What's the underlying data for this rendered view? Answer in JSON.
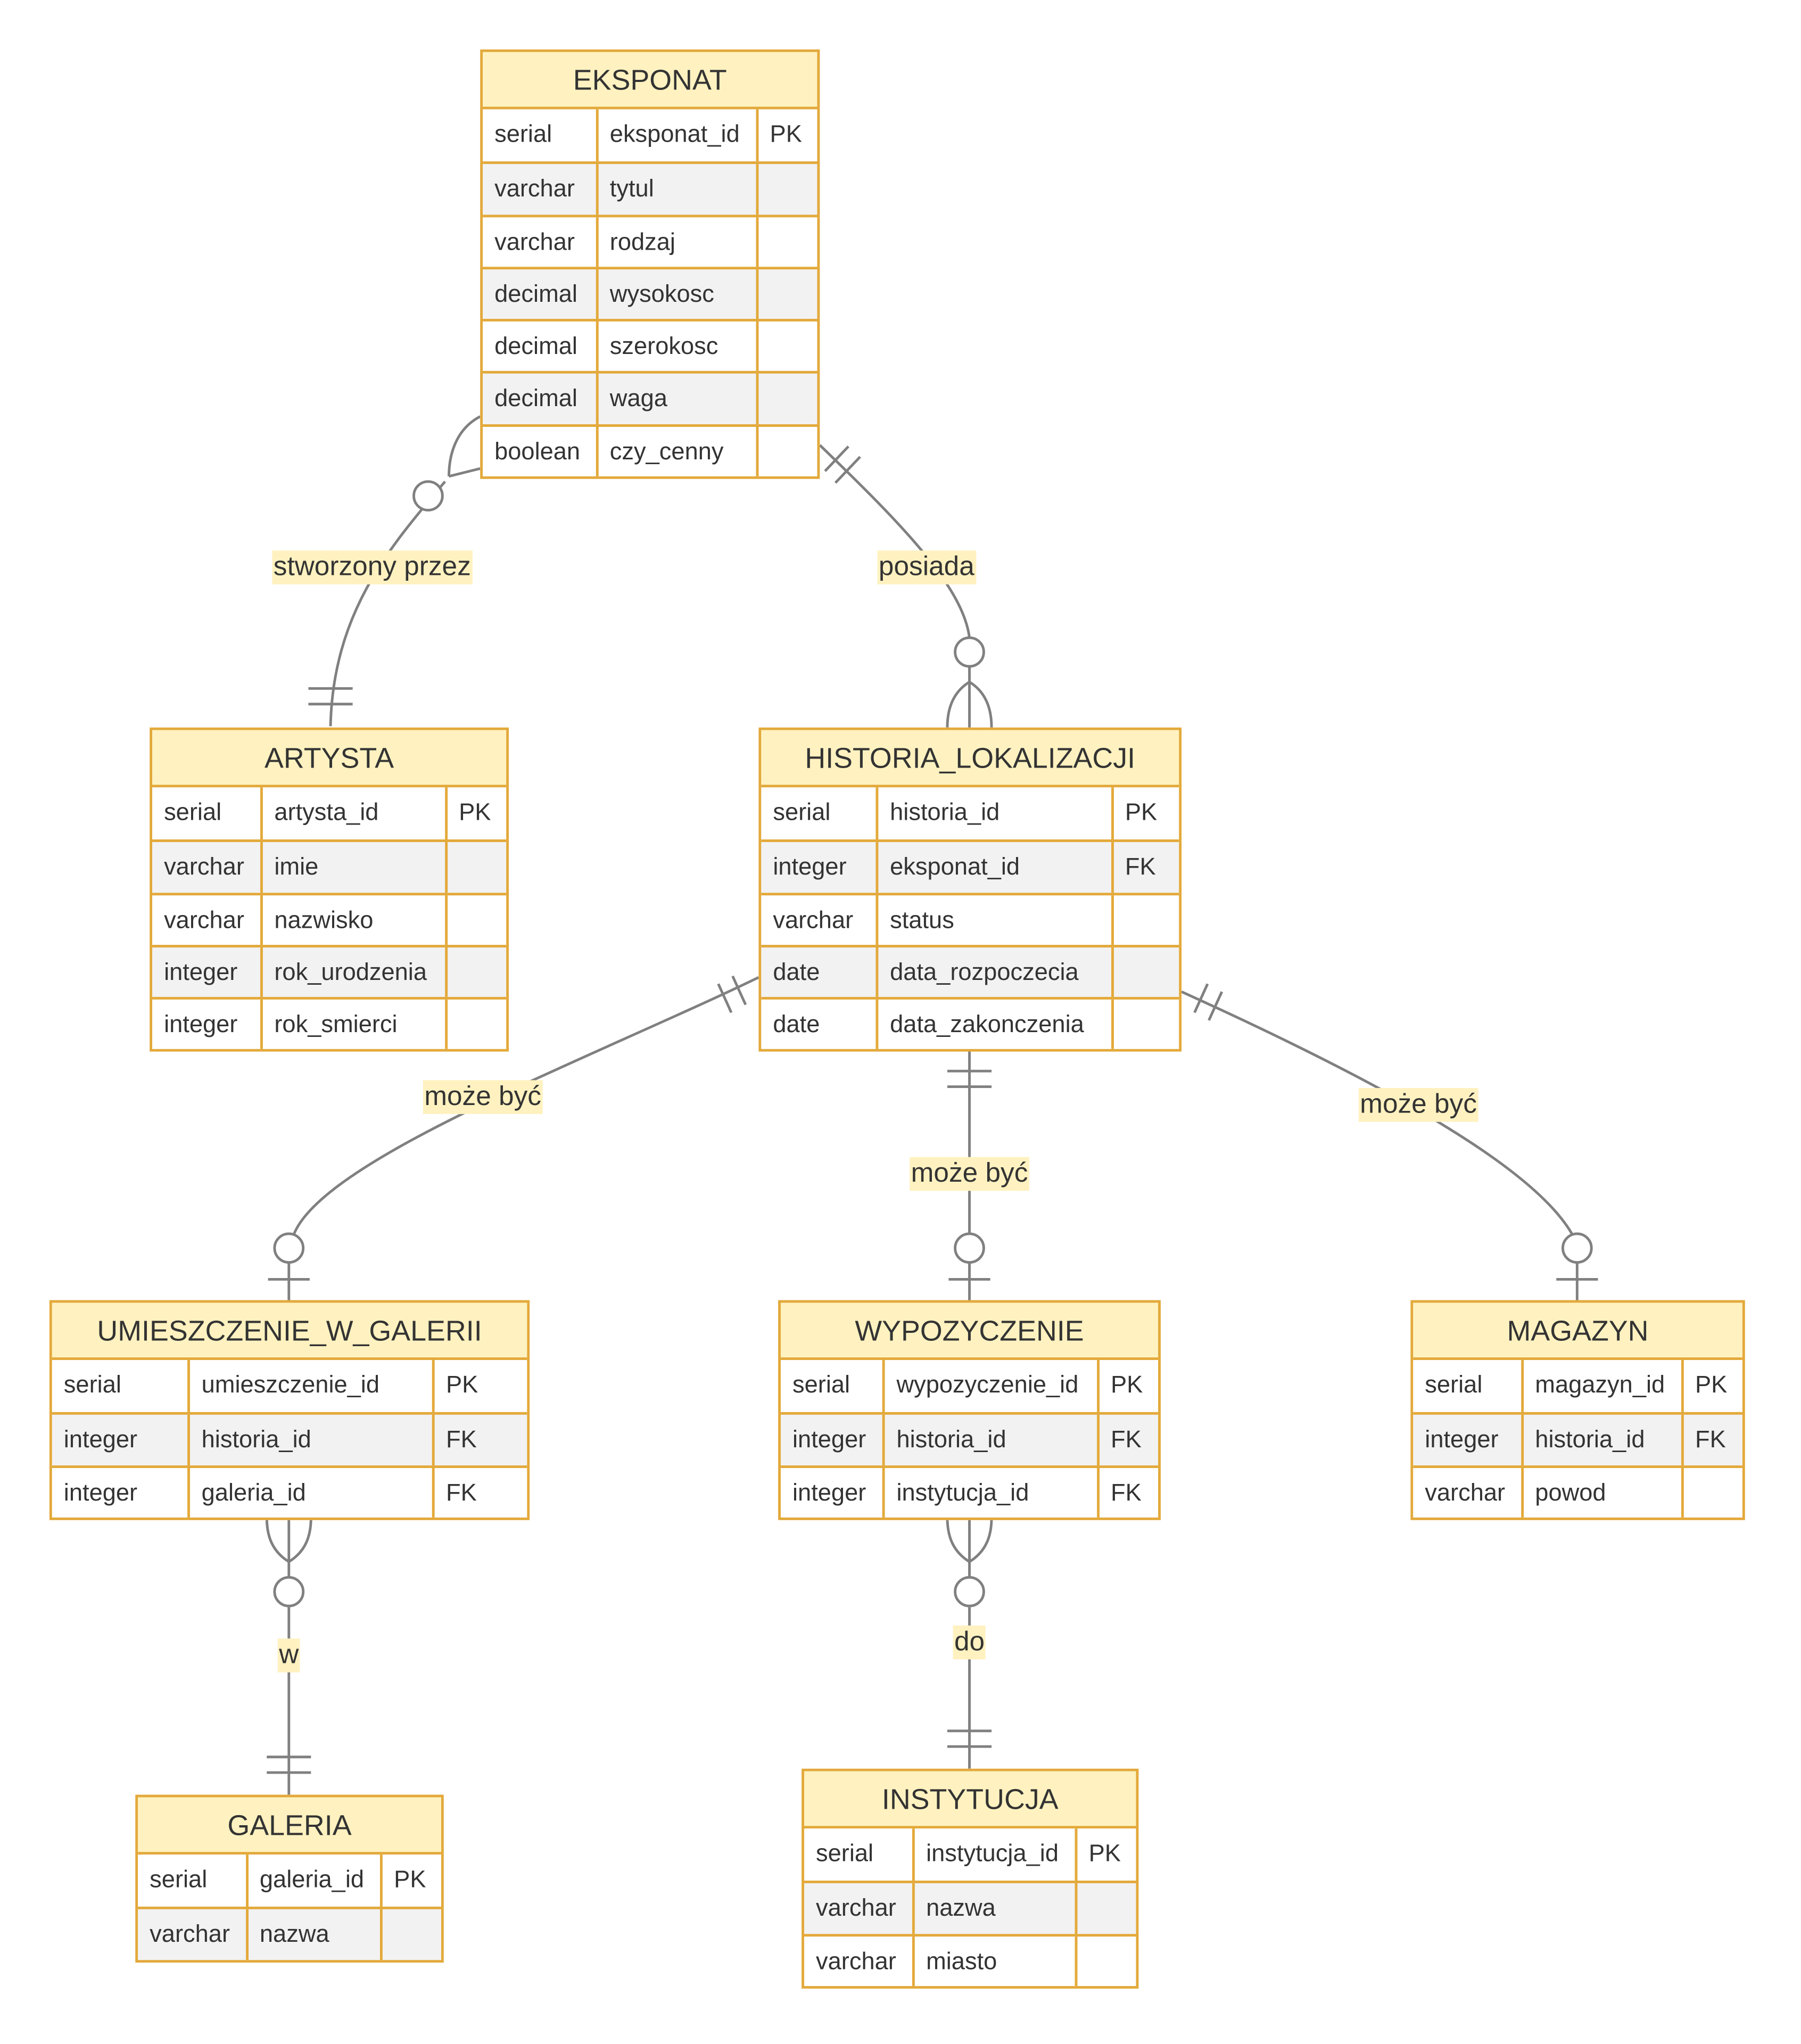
{
  "entities": [
    {
      "id": "eksponat",
      "name": "EKSPONAT",
      "attributes": [
        {
          "type": "serial",
          "name": "eksponat_id",
          "key": "PK"
        },
        {
          "type": "varchar",
          "name": "tytul",
          "key": ""
        },
        {
          "type": "varchar",
          "name": "rodzaj",
          "key": ""
        },
        {
          "type": "decimal",
          "name": "wysokosc",
          "key": ""
        },
        {
          "type": "decimal",
          "name": "szerokosc",
          "key": ""
        },
        {
          "type": "decimal",
          "name": "waga",
          "key": ""
        },
        {
          "type": "boolean",
          "name": "czy_cenny",
          "key": ""
        }
      ]
    },
    {
      "id": "artysta",
      "name": "ARTYSTA",
      "attributes": [
        {
          "type": "serial",
          "name": "artysta_id",
          "key": "PK"
        },
        {
          "type": "varchar",
          "name": "imie",
          "key": ""
        },
        {
          "type": "varchar",
          "name": "nazwisko",
          "key": ""
        },
        {
          "type": "integer",
          "name": "rok_urodzenia",
          "key": ""
        },
        {
          "type": "integer",
          "name": "rok_smierci",
          "key": ""
        }
      ]
    },
    {
      "id": "historia",
      "name": "HISTORIA_LOKALIZACJI",
      "attributes": [
        {
          "type": "serial",
          "name": "historia_id",
          "key": "PK"
        },
        {
          "type": "integer",
          "name": "eksponat_id",
          "key": "FK"
        },
        {
          "type": "varchar",
          "name": "status",
          "key": ""
        },
        {
          "type": "date",
          "name": "data_rozpoczecia",
          "key": ""
        },
        {
          "type": "date",
          "name": "data_zakonczenia",
          "key": ""
        }
      ]
    },
    {
      "id": "umieszczenie",
      "name": "UMIESZCZENIE_W_GALERII",
      "attributes": [
        {
          "type": "serial",
          "name": "umieszczenie_id",
          "key": "PK"
        },
        {
          "type": "integer",
          "name": "historia_id",
          "key": "FK"
        },
        {
          "type": "integer",
          "name": "galeria_id",
          "key": "FK"
        }
      ]
    },
    {
      "id": "wypozyczenie",
      "name": "WYPOZYCZENIE",
      "attributes": [
        {
          "type": "serial",
          "name": "wypozyczenie_id",
          "key": "PK"
        },
        {
          "type": "integer",
          "name": "historia_id",
          "key": "FK"
        },
        {
          "type": "integer",
          "name": "instytucja_id",
          "key": "FK"
        }
      ]
    },
    {
      "id": "magazyn",
      "name": "MAGAZYN",
      "attributes": [
        {
          "type": "serial",
          "name": "magazyn_id",
          "key": "PK"
        },
        {
          "type": "integer",
          "name": "historia_id",
          "key": "FK"
        },
        {
          "type": "varchar",
          "name": "powod",
          "key": ""
        }
      ]
    },
    {
      "id": "galeria",
      "name": "GALERIA",
      "attributes": [
        {
          "type": "serial",
          "name": "galeria_id",
          "key": "PK"
        },
        {
          "type": "varchar",
          "name": "nazwa",
          "key": ""
        }
      ]
    },
    {
      "id": "instytucja",
      "name": "INSTYTUCJA",
      "attributes": [
        {
          "type": "serial",
          "name": "instytucja_id",
          "key": "PK"
        },
        {
          "type": "varchar",
          "name": "nazwa",
          "key": ""
        },
        {
          "type": "varchar",
          "name": "miasto",
          "key": ""
        }
      ]
    }
  ],
  "relationships": [
    {
      "id": "rel-stworzony",
      "label": "stworzony przez"
    },
    {
      "id": "rel-posiada",
      "label": "posiada"
    },
    {
      "id": "rel-galeria",
      "label": "może być"
    },
    {
      "id": "rel-wypozyczenie",
      "label": "może być"
    },
    {
      "id": "rel-magazyn",
      "label": "może być"
    },
    {
      "id": "rel-w",
      "label": "w"
    },
    {
      "id": "rel-do",
      "label": "do"
    }
  ],
  "colors": {
    "border": "#e3a93a",
    "header": "#fff2c0",
    "line": "#808080",
    "text": "#333333"
  }
}
